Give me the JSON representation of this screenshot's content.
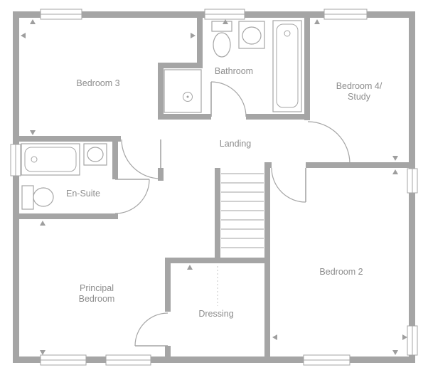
{
  "rooms": {
    "bedroom3": "Bedroom 3",
    "bathroom": "Bathroom",
    "bedroom4_line1": "Bedroom 4/",
    "bedroom4_line2": "Study",
    "landing": "Landing",
    "ensuite": "En-Suite",
    "principal_line1": "Principal",
    "principal_line2": "Bedroom",
    "dressing": "Dressing",
    "bedroom2": "Bedroom 2"
  },
  "colors": {
    "wall": "#a5a5a5",
    "label_text": "#8d8d8d",
    "stair_tread": "#b4b4b4"
  }
}
